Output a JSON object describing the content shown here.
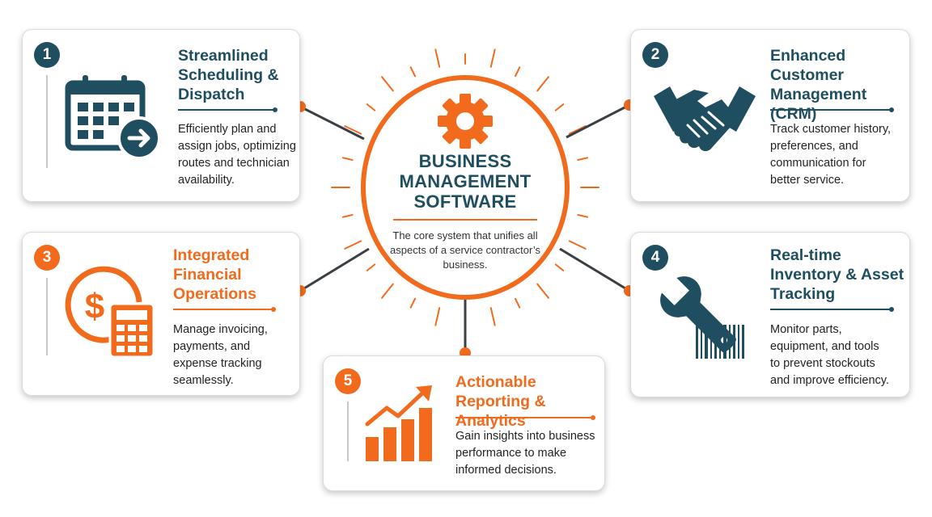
{
  "center": {
    "title_lines": [
      "BUSINESS",
      "MANAGEMENT",
      "SOFTWARE"
    ],
    "description": "The core system that unifies all aspects of a service contractor’s business.",
    "icon": "gear-icon"
  },
  "cards": [
    {
      "number": "1",
      "title_lines": [
        "Streamlined",
        "Scheduling &",
        "Dispatch"
      ],
      "description_lines": [
        "Efficiently plan and",
        "assign jobs, optimizing",
        "routes and technician",
        "availability."
      ],
      "icon": "calendar-arrow-icon",
      "accent": "teal"
    },
    {
      "number": "2",
      "title_lines": [
        "Enhanced",
        "Customer",
        "Management (CRM)"
      ],
      "description_lines": [
        "Track customer history,",
        "preferences, and",
        "communication for",
        "better service."
      ],
      "icon": "handshake-icon",
      "accent": "teal"
    },
    {
      "number": "3",
      "title_lines": [
        "Integrated",
        "Financial",
        "Operations"
      ],
      "description_lines": [
        "Manage invoicing,",
        "payments, and",
        "expense tracking",
        "seamlessly."
      ],
      "icon": "dollar-calculator-icon",
      "accent": "orange"
    },
    {
      "number": "4",
      "title_lines": [
        "Real-time",
        "Inventory & Asset",
        "Tracking"
      ],
      "description_lines": [
        "Monitor parts,",
        "equipment, and tools",
        "to prevent stockouts",
        "and improve efficiency."
      ],
      "icon": "wrench-barcode-icon",
      "accent": "teal"
    },
    {
      "number": "5",
      "title_lines": [
        "Actionable",
        "Reporting & Analytics"
      ],
      "description_lines": [
        "Gain insights into business",
        "performance to make",
        "informed decisions."
      ],
      "icon": "bar-chart-arrow-icon",
      "accent": "orange"
    }
  ],
  "colors": {
    "teal": "#1e4e5f",
    "orange": "#f26b1d",
    "connector": "#3a3f44"
  }
}
